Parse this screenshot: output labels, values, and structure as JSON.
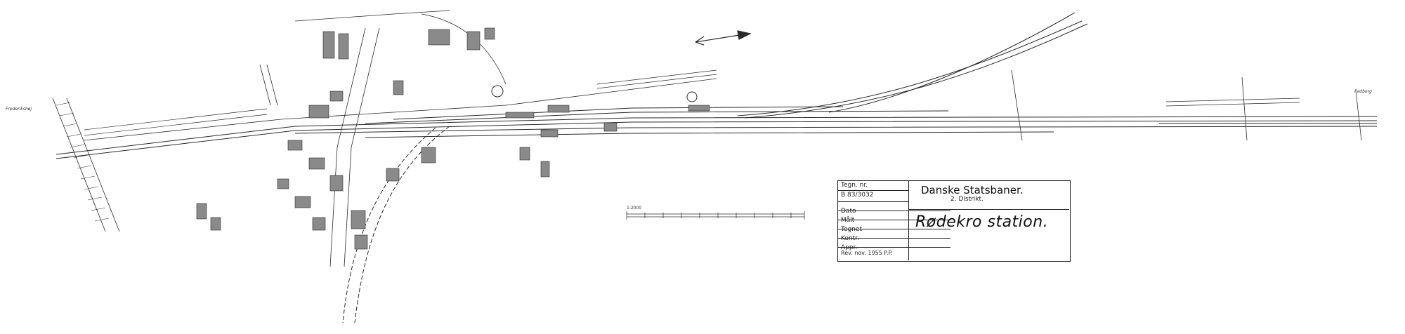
{
  "title_block": {
    "drawing_no_label": "Tegn. nr.",
    "drawing_no": "B 83/3032",
    "rows": [
      "Dato",
      "Målt",
      "Tegnet",
      "Kontr.",
      "Appr."
    ],
    "revision": "Rev. nov. 1955 P.P.",
    "organization": "Danske Statsbaner.",
    "district": "2. Distrikt.",
    "station": "Rødekro station."
  },
  "scale_bar": {
    "label": "1:2000"
  },
  "place_labels": {
    "left_end": "Frederikshøj",
    "right_end": "Padborg"
  },
  "colors": {
    "ink": "#2a2a2a",
    "paper": "#ffffff"
  }
}
